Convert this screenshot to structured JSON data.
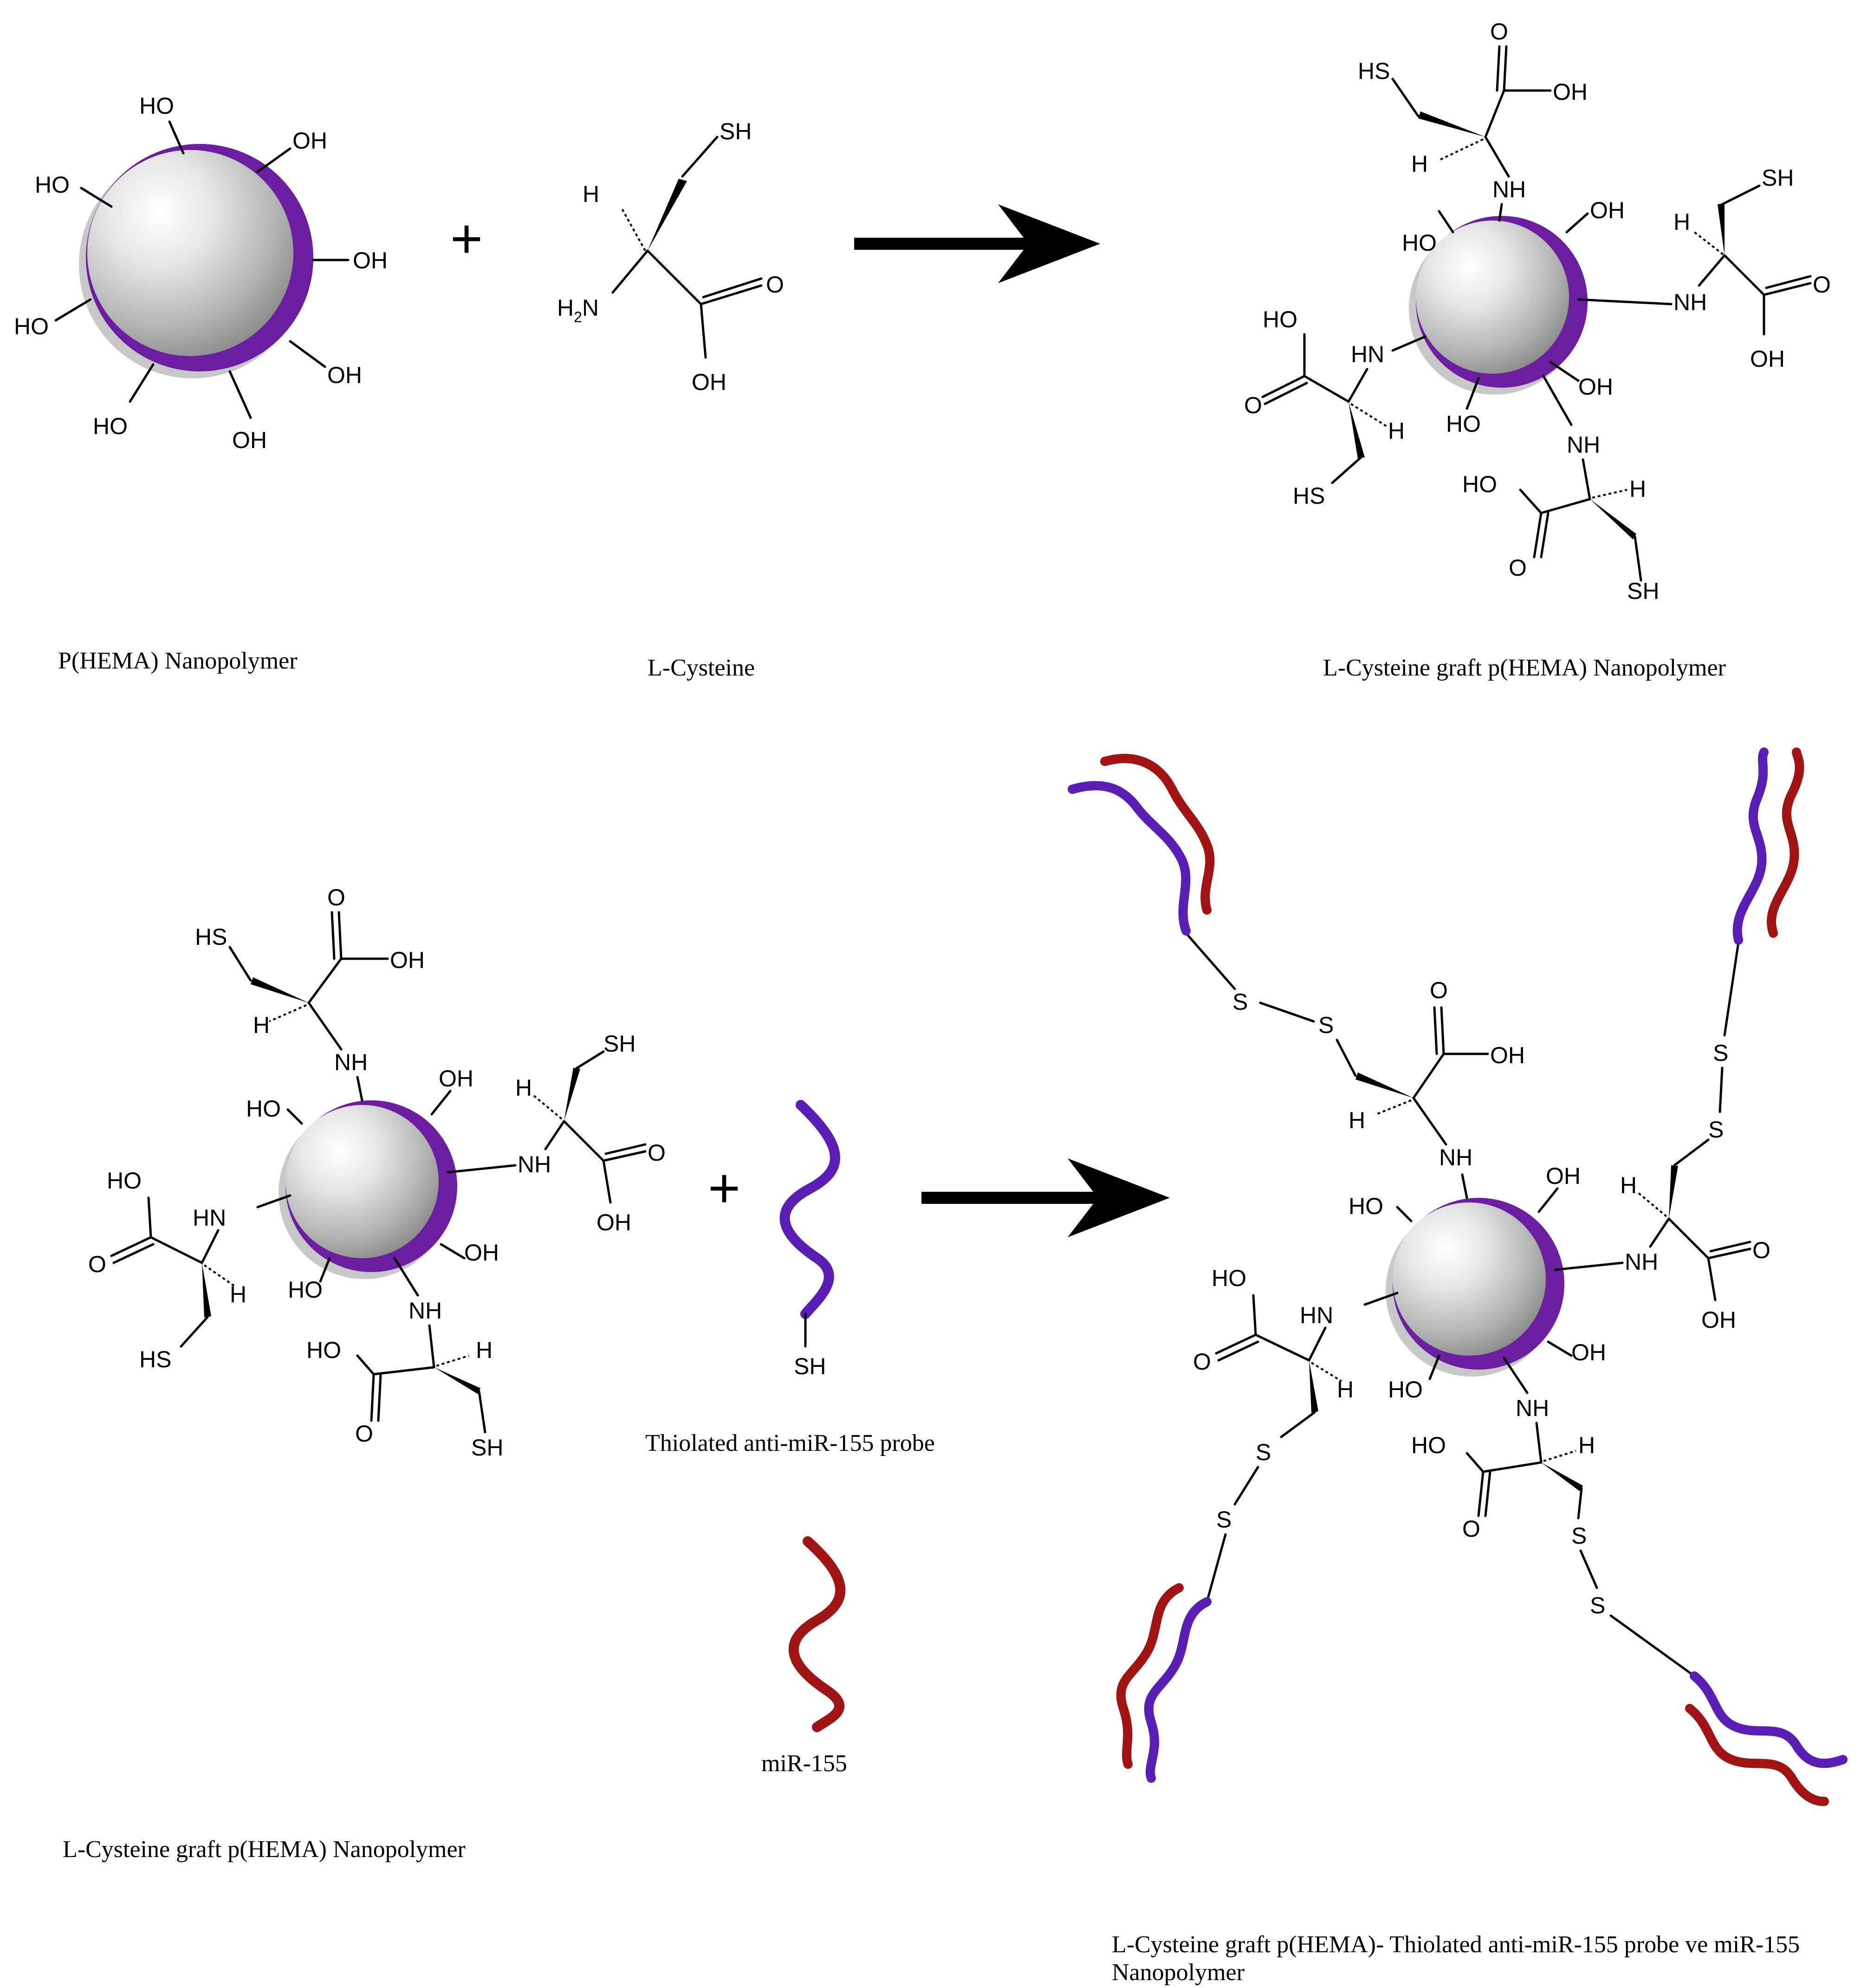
{
  "captions": {
    "phema": "P(HEMA) Nanopolymer",
    "cysteine": "L-Cysteine",
    "graft_top": "L-Cysteine graft p(HEMA) Nanopolymer",
    "graft_bottom": "L-Cysteine graft p(HEMA) Nanopolymer",
    "probe": "Thiolated anti-miR-155 probe",
    "mirna": "miR-155",
    "final_line1": "L-Cysteine graft p(HEMA)- Thiolated anti-miR-155 probe ve miR-155",
    "final_line2": "Nanopolymer"
  },
  "symbols": {
    "plus": "+"
  },
  "atoms": {
    "OH": "OH",
    "HO": "HO",
    "SH": "SH",
    "HS": "HS",
    "NH": "NH",
    "HN": "HN",
    "O": "O",
    "H": "H",
    "S": "S",
    "H2N_H": "H",
    "H2N_N": "N",
    "H2N_sub": "2"
  },
  "colors": {
    "probe_strand": "#5a1eb4",
    "mirna_strand": "#a01414",
    "sphere_rim": "#6b1fa0",
    "sphere_core": "#e8e8e8"
  }
}
